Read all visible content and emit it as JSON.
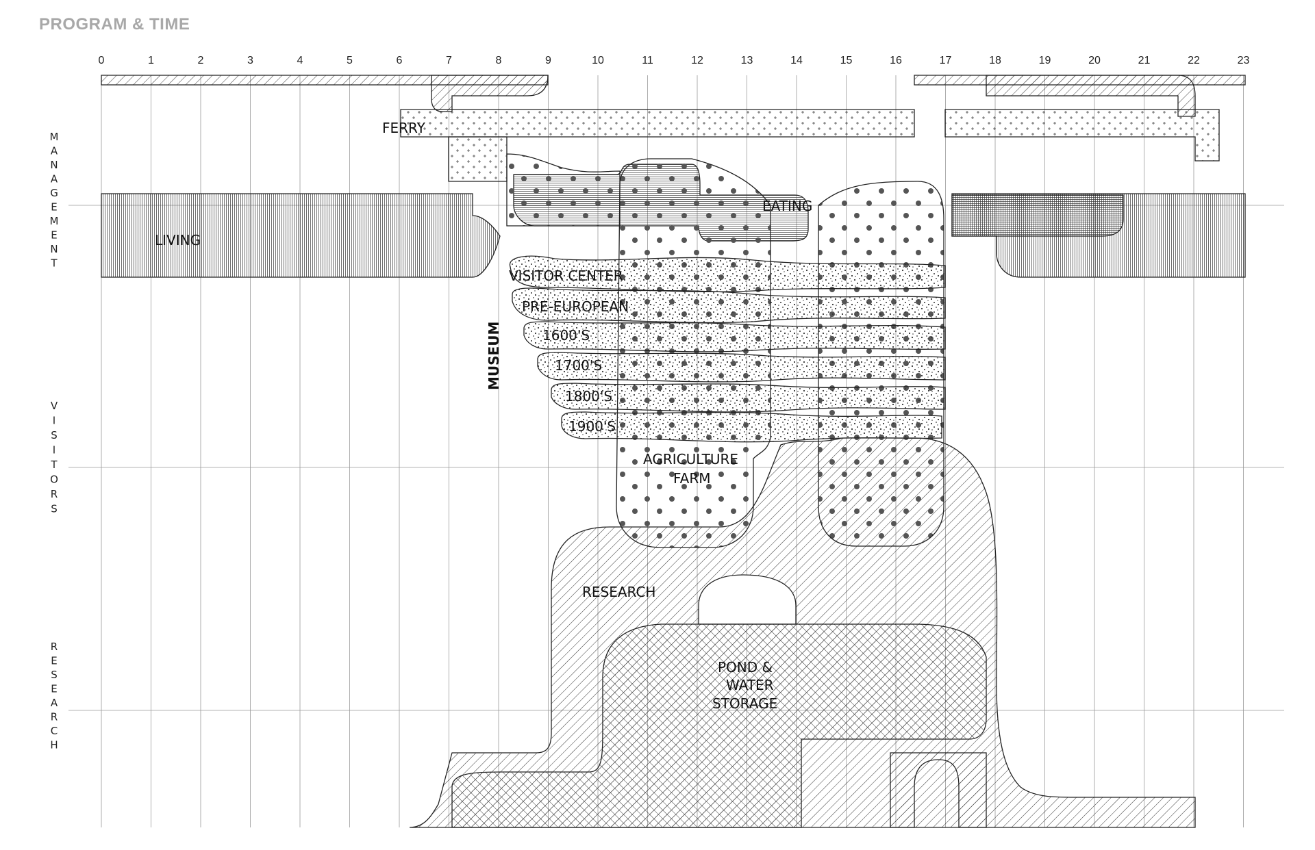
{
  "title": "PROGRAM & TIME",
  "hours": [
    "0",
    "1",
    "2",
    "3",
    "4",
    "5",
    "6",
    "7",
    "8",
    "9",
    "10",
    "11",
    "12",
    "13",
    "14",
    "15",
    "16",
    "17",
    "18",
    "19",
    "20",
    "21",
    "22",
    "23"
  ],
  "categories": [
    {
      "id": "management",
      "label": "MANAGEMENT"
    },
    {
      "id": "visitors",
      "label": "VISITORS"
    },
    {
      "id": "research",
      "label": "RESEARCH"
    }
  ],
  "programs": {
    "ferry": "FERRY",
    "eating": "EATING",
    "living": "LIVING",
    "visitor_center": "VISITOR CENTER",
    "pre_european": "PRE-EUROPEAN",
    "s1600": "1600'S",
    "s1700": "1700'S",
    "s1800": "1800'S",
    "s1900": "1900'S",
    "museum": "MUSEUM",
    "agriculture_1": "AGRICULTURE",
    "agriculture_2": "FARM",
    "research": "RESEARCH",
    "pond_1": "POND &",
    "pond_2": "WATER",
    "pond_3": "STORAGE"
  }
}
